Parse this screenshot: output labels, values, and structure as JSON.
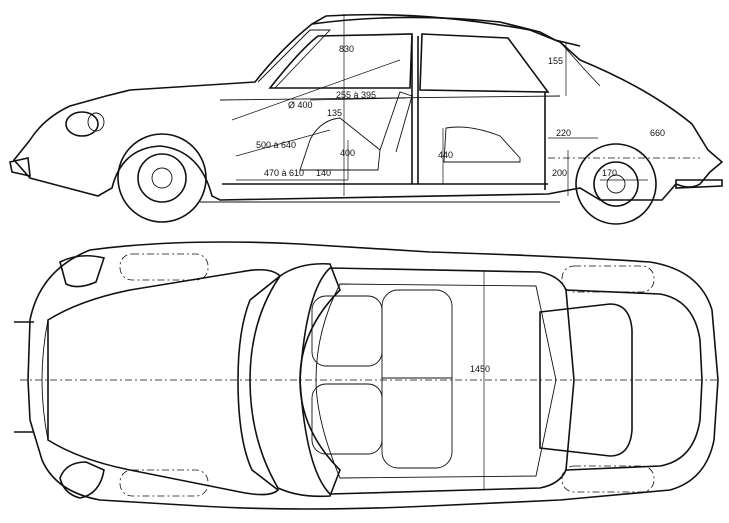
{
  "diagram": {
    "side_view": {
      "dimensions": {
        "roof_height": "830",
        "rear_roof": "155",
        "wheel_diameter": "Ø 400",
        "seat_range_a": "255 à 395",
        "seat_height_offset": "135",
        "seat_depth_range": "500 à 640",
        "seat_height": "400",
        "floor_length_range": "470 à 610",
        "floor_height": "140",
        "rear_seat_height": "440",
        "trunk_depth": "220",
        "trunk_length": "660",
        "trunk_height": "200",
        "ground_clearance": "170"
      }
    },
    "top_view": {
      "dimensions": {
        "interior_width": "1450"
      }
    }
  }
}
